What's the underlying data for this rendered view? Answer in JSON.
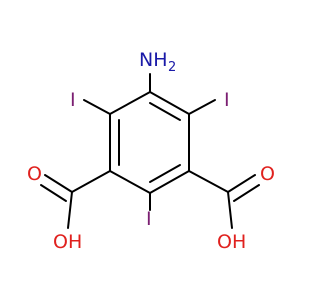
{
  "molecule": {
    "atoms": {
      "amine": {
        "symbol": "NH",
        "subscript": "2",
        "color": "#1a1aa8"
      },
      "iodine_left": {
        "symbol": "I",
        "color": "#7b1f72"
      },
      "iodine_right": {
        "symbol": "I",
        "color": "#7b1f72"
      },
      "iodine_bottom": {
        "symbol": "I",
        "color": "#7b1f72"
      },
      "oxygen_carbonyl_left": {
        "symbol": "O",
        "color": "#e0211e"
      },
      "oxygen_hydroxyl_left": {
        "symbol": "OH",
        "color": "#e0211e"
      },
      "oxygen_carbonyl_right": {
        "symbol": "O",
        "color": "#e0211e"
      },
      "oxygen_hydroxyl_right": {
        "symbol": "OH",
        "color": "#e0211e"
      }
    },
    "bond_color": "#000000"
  }
}
